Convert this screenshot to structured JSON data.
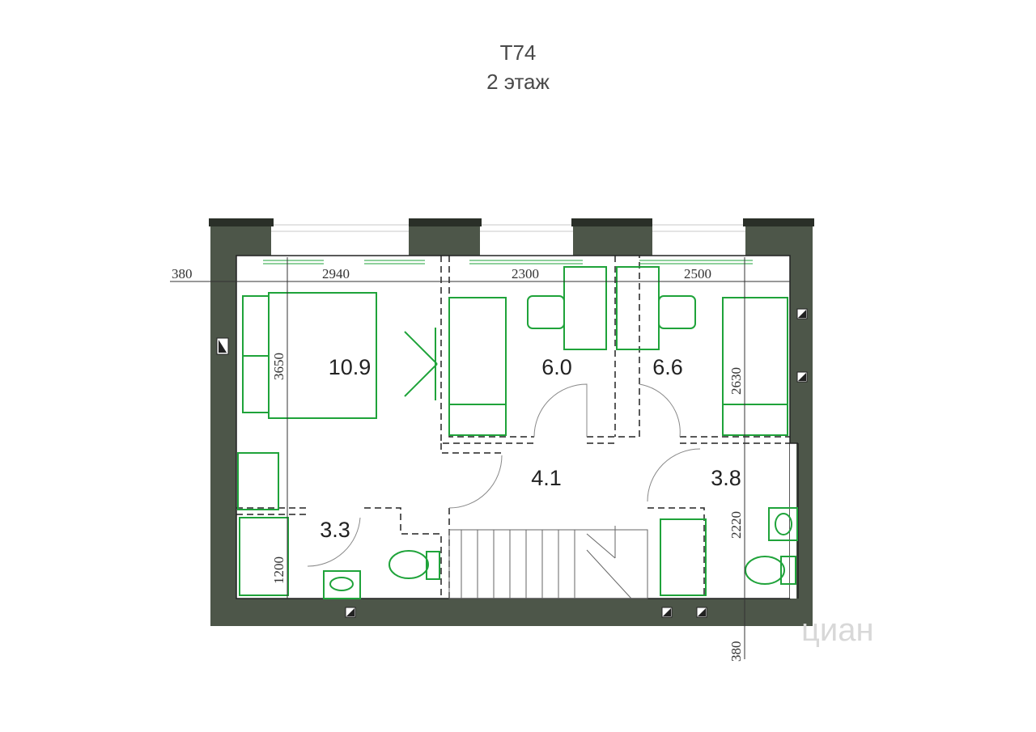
{
  "plan": {
    "title": "T74",
    "subtitle": "2 этаж"
  },
  "rooms": [
    {
      "name": "bedroom-1",
      "area": "10.9"
    },
    {
      "name": "bedroom-2",
      "area": "6.0"
    },
    {
      "name": "bedroom-3",
      "area": "6.6"
    },
    {
      "name": "hall",
      "area": "4.1"
    },
    {
      "name": "bathroom-1",
      "area": "3.3"
    },
    {
      "name": "bathroom-2",
      "area": "3.8"
    }
  ],
  "dimensions": {
    "wall_left": "380",
    "wall_bottom": "380",
    "room1_width": "2940",
    "room2_width": "2300",
    "room3_width": "2500",
    "room1_depth": "3650",
    "room3_depth": "2630",
    "bath1_depth": "1200",
    "bath2_depth": "2220"
  },
  "watermark": "циан",
  "colors": {
    "wall": "#4d5649",
    "furniture": "#1fa33a",
    "dimension": "#333333"
  }
}
